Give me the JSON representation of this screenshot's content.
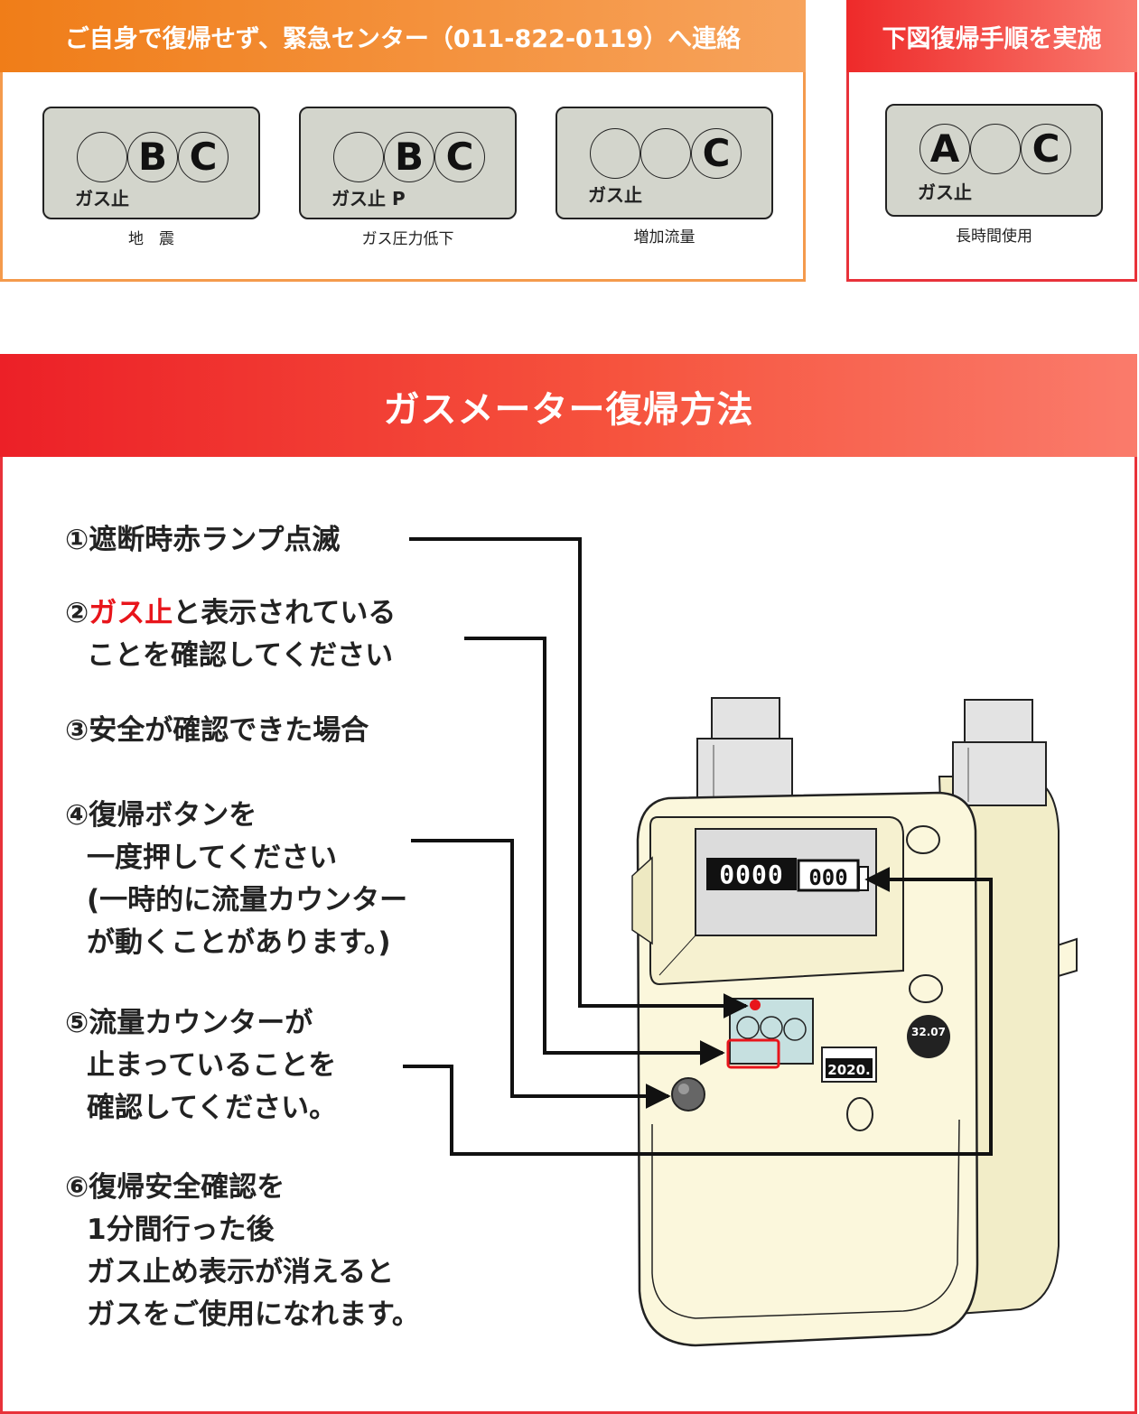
{
  "top_left": {
    "header": "ご自身で復帰せず、緊急センター（011-822-0119）へ連絡",
    "panels": [
      {
        "circles": [
          "",
          "B",
          "C"
        ],
        "label": "ガス止",
        "caption": "地　震"
      },
      {
        "circles": [
          "",
          "B",
          "C"
        ],
        "label": "ガス止 P",
        "caption": "ガス圧力低下"
      },
      {
        "circles": [
          "",
          "",
          "C"
        ],
        "label": "ガス止",
        "caption": "増加流量"
      }
    ]
  },
  "top_right": {
    "header": "下図復帰手順を実施",
    "panel": {
      "circles": [
        "A",
        "",
        "C"
      ],
      "label": "ガス止",
      "caption": "長時間使用"
    }
  },
  "main": {
    "header": "ガスメーター復帰方法",
    "steps": {
      "s1": "①遮断時赤ランプ点滅",
      "s2_prefix": "②",
      "s2_highlight": "ガス止",
      "s2_rest": "と表示されている",
      "s2_line2": "ことを確認してください",
      "s3": "③安全が確認できた場合",
      "s4_l1": "④復帰ボタンを",
      "s4_l2": "一度押してください",
      "s4_l3": "(一時的に流量カウンター",
      "s4_l4": "が動くことがあります。)",
      "s5_l1": "⑤流量カウンターが",
      "s5_l2": "止まっていることを",
      "s5_l3": "確認してください。",
      "s6_l1": "⑥復帰安全確認を",
      "s6_l2": "1分間行った後",
      "s6_l3": "ガス止め表示が消えると",
      "s6_l4": "ガスをご使用になれます。"
    },
    "meter": {
      "counter_main": "0000",
      "counter_sub": "000",
      "plate_year": "2020.",
      "badge": "32.07"
    }
  },
  "colors": {
    "accent_orange": "#f07d18",
    "accent_red": "#e8323a",
    "lamp_red": "#e8151b",
    "meter_body": "#fbf7dc"
  }
}
